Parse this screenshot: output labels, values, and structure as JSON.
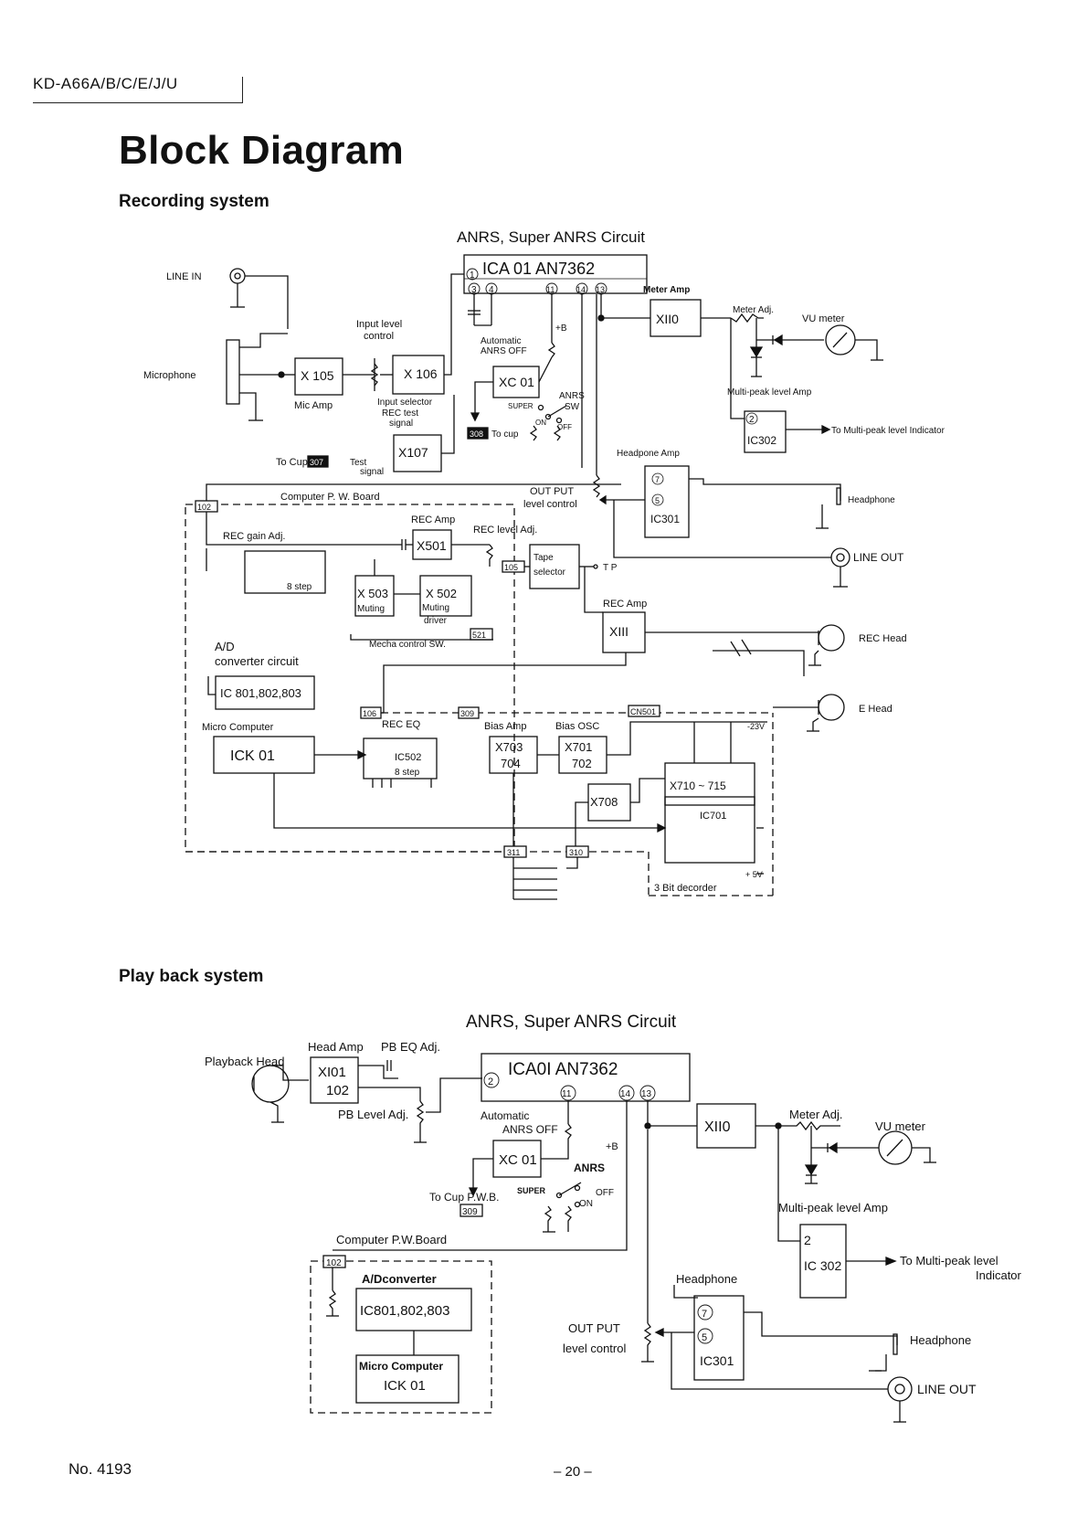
{
  "header": {
    "model": "KD-A66A/B/C/E/J/U"
  },
  "page_title": "Block Diagram",
  "recording": {
    "section_title": "Recording system",
    "circuit_title": "ANRS, Super ANRS Circuit",
    "ic_label": "ICA 01  AN7362",
    "pins": {
      "p1": "1",
      "p3": "3",
      "p4": "4",
      "p11": "11",
      "p14": "14",
      "p13": "13"
    },
    "line_in": "LINE  IN",
    "microphone": "Microphone",
    "x105": "X 105",
    "mic_amp": "Mic  Amp",
    "input_level_control": [
      "Input  level",
      "control"
    ],
    "x106": "X  106",
    "input_selector": [
      "Input  selector",
      "REC  test",
      "signal"
    ],
    "x107": "X107",
    "test_signal": [
      "Test",
      "signal"
    ],
    "to_cup_307": "To  Cup",
    "tag_307": "307",
    "automatic_anrs_off": [
      "Automatic",
      "ANRS  OFF"
    ],
    "plus_b": "+B",
    "xc01": "XC 01",
    "anrs_sw": [
      "ANRS",
      "SW"
    ],
    "super": "SUPER",
    "on": "ON",
    "off": "OFF",
    "tag_308": "308",
    "to_cup": "To  cup",
    "meter_amp": "Meter  Amp",
    "x110": "XII0",
    "meter_adj": "Meter  Adj.",
    "vu_meter": "VU  meter",
    "multipeak_amp": "Multi-peak  level  Amp",
    "ic302": "IC302",
    "ic302_pin": "2",
    "to_multipeak": "To  Multi-peak  level  Indicator",
    "headphone_amp": "Headpone  Amp",
    "ic301": "IC301",
    "ic301_pin7": "7",
    "ic301_pin5": "5",
    "headphone": "Headphone",
    "output_level_control": [
      "OUT  PUT",
      "level  control"
    ],
    "line_out": "LINE   OUT",
    "computer_pwb": "Computer   P. W.  Board",
    "tag_102": "102",
    "rec_amp_top": "REC Amp",
    "x501": "X501",
    "rec_gain_adj": "REC  gain  Adj.",
    "eight_step": "8 step",
    "rec_level_adj": "REC  level  Adj.",
    "tag_105": "105",
    "tape_selector": [
      "Tape",
      "selector"
    ],
    "tp": "T P",
    "x503": "X 503",
    "muting": "Muting",
    "x502": "X 502",
    "muting_driver": [
      "Muting",
      "driver"
    ],
    "mecha_control_sw": "Mecha  control  SW.",
    "tag_521": "521",
    "rec_amp_right": "REC Amp",
    "x111": "XIII",
    "rec_head": "REC   Head",
    "ad_converter": [
      "A/D",
      "converter circuit"
    ],
    "ic801": "IC 801,802,803",
    "micro_computer": "Micro   Computer",
    "ick01": "ICK 01",
    "tag_106": "106",
    "tag_309": "309",
    "tag_cn501": "CN501",
    "rec_eq": "REC   EQ",
    "ic502": "IC502",
    "eight_step_2": "8  step",
    "bias_amp": "Bias  Amp",
    "x703": [
      "X703",
      "704"
    ],
    "bias_osc": "Bias  OSC",
    "x701": [
      "X701",
      "702"
    ],
    "plus23v": "-23V",
    "x708": "X708",
    "x710": "X710 ~ 715",
    "ic701": "IC701",
    "plus5v": "+ 5V",
    "three_bit_decoder": "3  Bit  decorder",
    "tag_311": "311",
    "tag_310": "310",
    "e_head": "E   Head"
  },
  "playback": {
    "section_title": "Play back  system",
    "circuit_title": "ANRS,  Super  ANRS  Circuit",
    "playback_head": "Playback   Head",
    "head_amp": "Head  Amp",
    "pb_eq_adj": "PB  EQ  Adj.",
    "x101": [
      "XI01",
      "102"
    ],
    "pb_level_adj": "PB  Level  Adj.",
    "ic_label": "ICA0I  AN7362",
    "pins": {
      "p2": "2",
      "p11": "11",
      "p14": "14",
      "p13": "13"
    },
    "automatic_anrs_off": [
      "Automatic",
      "ANRS OFF"
    ],
    "xc01": "XC 01",
    "plus_b": "+B",
    "anrs": "ANRS",
    "super": "SUPER",
    "off": "OFF",
    "on": "ON",
    "to_cup_pwb": "To  Cup P.W.B.",
    "tag_309": "309",
    "x110": "XII0",
    "meter_adj": "Meter  Adj.",
    "vu_meter": "VU  meter",
    "multipeak_amp": "Multi-peak  level  Amp",
    "ic302_pin": "2",
    "ic302": "IC 302",
    "to_multipeak": [
      "To  Multi-peak  level",
      "Indicator"
    ],
    "computer_pwb": "Computer   P.W.Board",
    "tag_102": "102",
    "ad_converter": "A/Dconverter",
    "ic801": "IC801,802,803",
    "micro_computer": "Micro  Computer",
    "ick01": "ICK 01",
    "headphone_amp": "Headphone",
    "ic301_pin7": "7",
    "ic301_pin5": "5",
    "ic301": "IC301",
    "output_level_control": [
      "OUT   PUT",
      "level  control"
    ],
    "headphone": "Headphone",
    "line_out": "LINE   OUT"
  },
  "footer": {
    "doc_no": "No. 4193",
    "page": "– 20 –"
  }
}
